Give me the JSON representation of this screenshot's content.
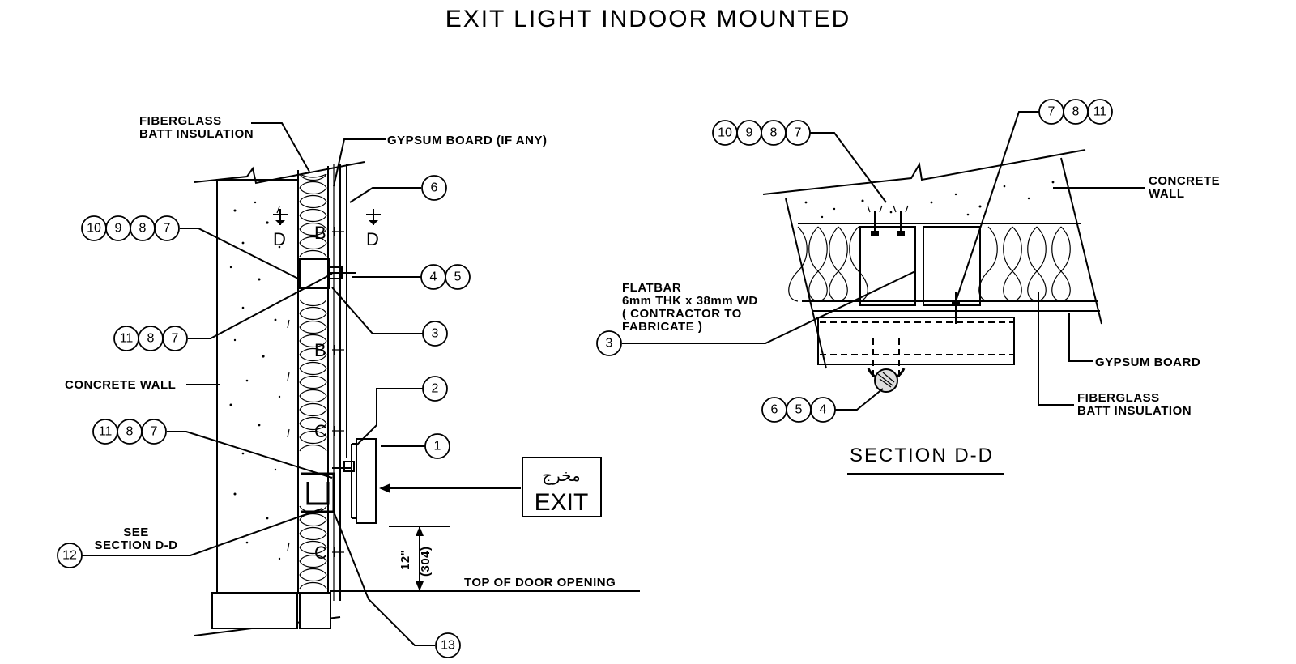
{
  "title": "EXIT LIGHT INDOOR MOUNTED",
  "left_detail": {
    "labels": {
      "fiberglass": [
        "FIBERGLASS",
        "BATT INSULATION"
      ],
      "gypsum": "GYPSUM BOARD (IF ANY)",
      "concrete_wall": "CONCRETE WALL",
      "see_section": [
        "SEE",
        "SECTION D-D"
      ],
      "top_of_door": "TOP OF DOOR OPENING",
      "dim_imperial": "12\"",
      "dim_metric": "(304)",
      "section_marks": [
        "D",
        "D"
      ],
      "letters": [
        "B",
        "B",
        "C",
        "C"
      ]
    },
    "bubbles": {
      "b10987": [
        "10",
        "9",
        "8",
        "7"
      ],
      "b1187a": [
        "11",
        "8",
        "7"
      ],
      "b1187b": [
        "11",
        "8",
        "7"
      ],
      "b12": [
        "12"
      ],
      "b6": [
        "6"
      ],
      "b45": [
        "4",
        "5"
      ],
      "b3": [
        "3"
      ],
      "b2": [
        "2"
      ],
      "b1": [
        "1"
      ],
      "b13": [
        "13"
      ]
    },
    "sign": {
      "arabic": "مخرج",
      "english": "EXIT"
    }
  },
  "section_dd": {
    "title": "SECTION D-D",
    "labels": {
      "concrete_wall": [
        "CONCRETE",
        "WALL"
      ],
      "flatbar": [
        "FLATBAR",
        "6mm THK x 38mm WD",
        "( CONTRACTOR TO",
        "FABRICATE )"
      ],
      "gypsum": "GYPSUM BOARD",
      "fiberglass": [
        "FIBERGLASS",
        "BATT INSULATION"
      ]
    },
    "bubbles": {
      "b10987": [
        "10",
        "9",
        "8",
        "7"
      ],
      "b7811": [
        "7",
        "8",
        "11"
      ],
      "b3": [
        "3"
      ],
      "b654": [
        "6",
        "5",
        "4"
      ]
    }
  }
}
